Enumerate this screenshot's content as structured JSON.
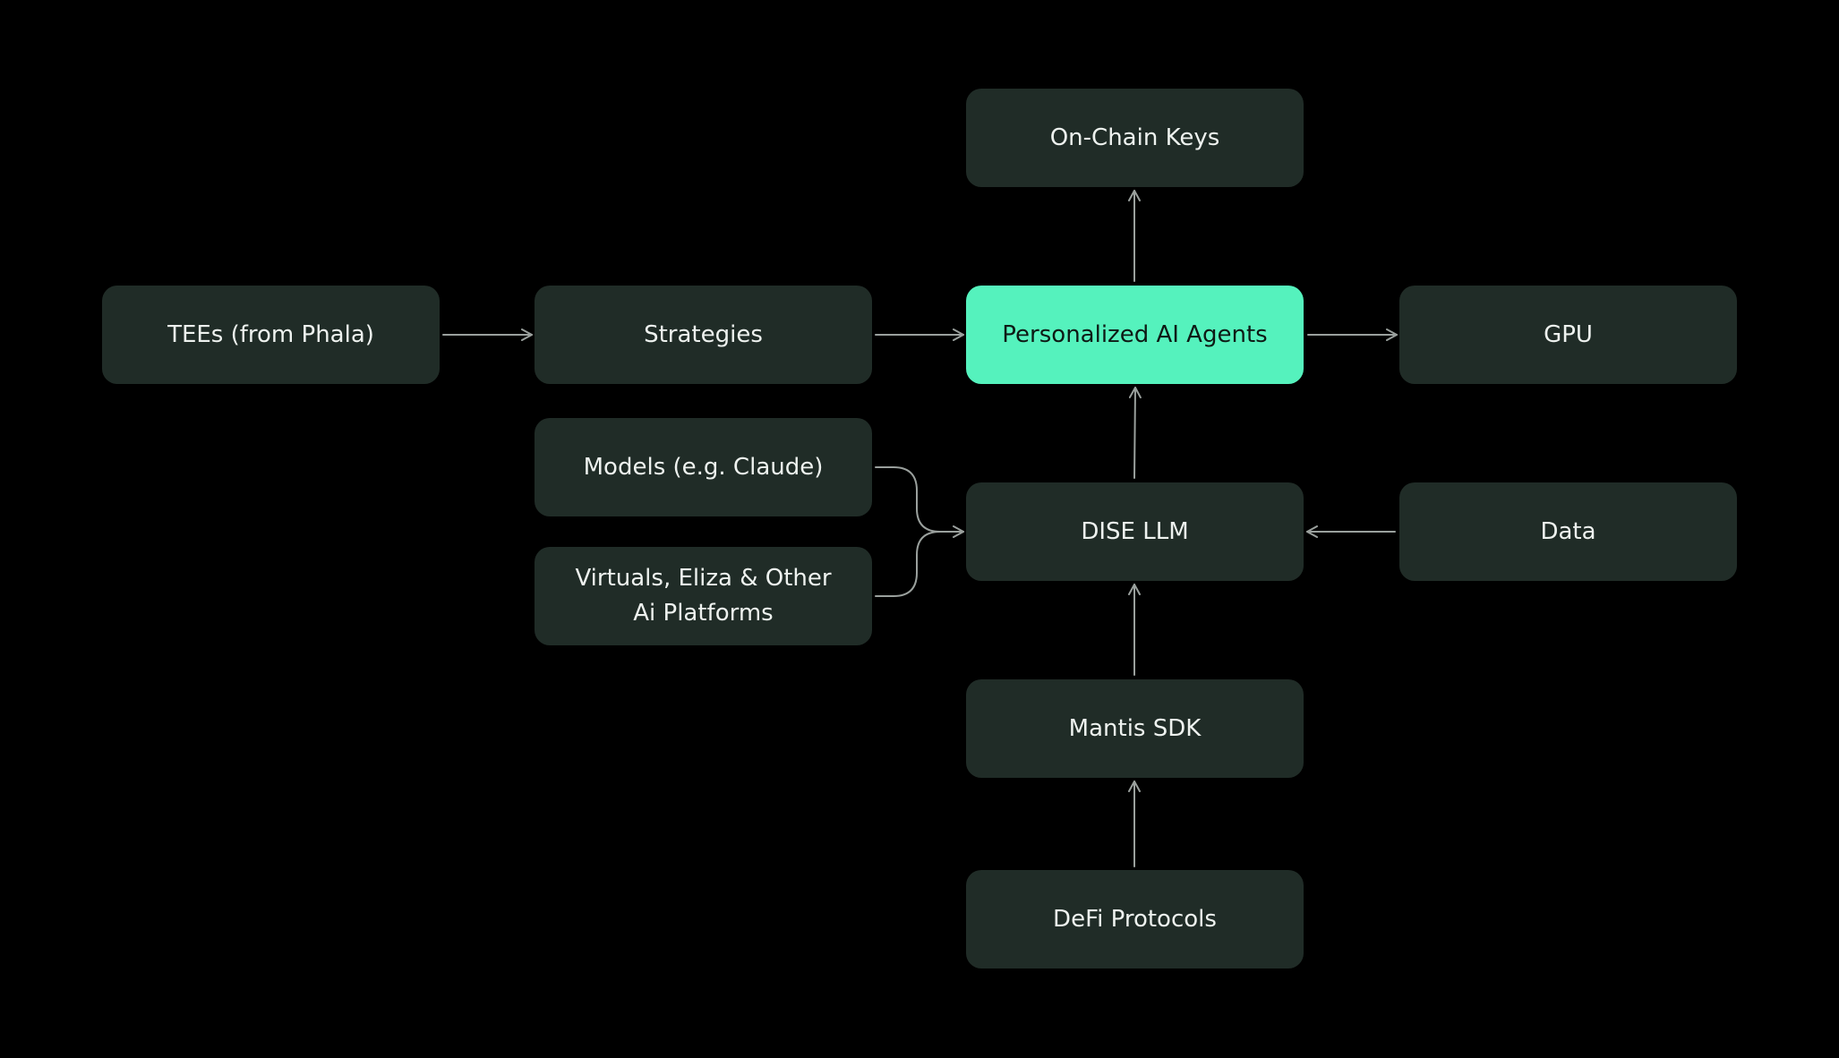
{
  "colors": {
    "background": "#000000",
    "node": "#202c27",
    "node_text": "#eef2ef",
    "highlight": "#55f2bd",
    "highlight_text": "#0e1a15",
    "edge": "#9aa09d"
  },
  "nodes": {
    "tees": "TEEs (from Phala)",
    "strategies": "Strategies",
    "models": "Models (e.g. Claude)",
    "platforms": "Virtuals, Eliza & Other Ai Platforms",
    "onchain_keys": "On-Chain Keys",
    "agents": "Personalized AI Agents",
    "dise_llm": "DISE LLM",
    "mantis_sdk": "Mantis SDK",
    "defi": "DeFi Protocols",
    "gpu": "GPU",
    "data": "Data"
  },
  "edges": [
    {
      "from": "TEEs (from Phala)",
      "to": "Strategies"
    },
    {
      "from": "Strategies",
      "to": "Personalized AI Agents"
    },
    {
      "from": "Personalized AI Agents",
      "to": "GPU"
    },
    {
      "from": "Personalized AI Agents",
      "to": "On-Chain Keys"
    },
    {
      "from": "DISE LLM",
      "to": "Personalized AI Agents"
    },
    {
      "from": "Data",
      "to": "DISE LLM"
    },
    {
      "from": "Mantis SDK",
      "to": "DISE LLM"
    },
    {
      "from": "DeFi Protocols",
      "to": "Mantis SDK"
    },
    {
      "from": "Models (e.g. Claude)",
      "to": "DISE LLM"
    },
    {
      "from": "Virtuals, Eliza & Other Ai Platforms",
      "to": "DISE LLM"
    }
  ]
}
